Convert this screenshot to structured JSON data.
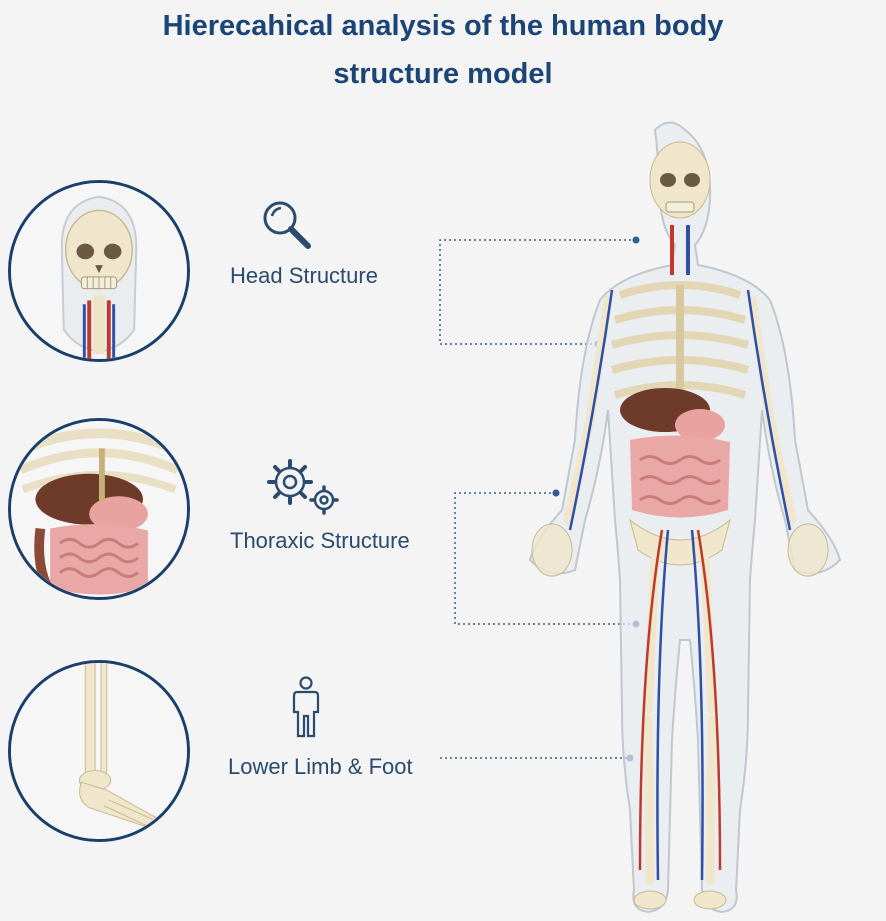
{
  "title": {
    "line1": "Hierecahical analysis of the human body",
    "line2": "structure model"
  },
  "features": [
    {
      "label": "Head Structure",
      "icon": "magnifier-icon"
    },
    {
      "label": "Thoraxic Structure",
      "icon": "gears-icon"
    },
    {
      "label": "Lower Limb & Foot",
      "icon": "person-icon"
    }
  ],
  "colors": {
    "title": "#1b4577",
    "circle_border": "#1b3f6b",
    "bone": "#efe8d4",
    "artery": "#c0392b",
    "vein": "#2f4fa8",
    "connector": "#2f5f8f"
  }
}
